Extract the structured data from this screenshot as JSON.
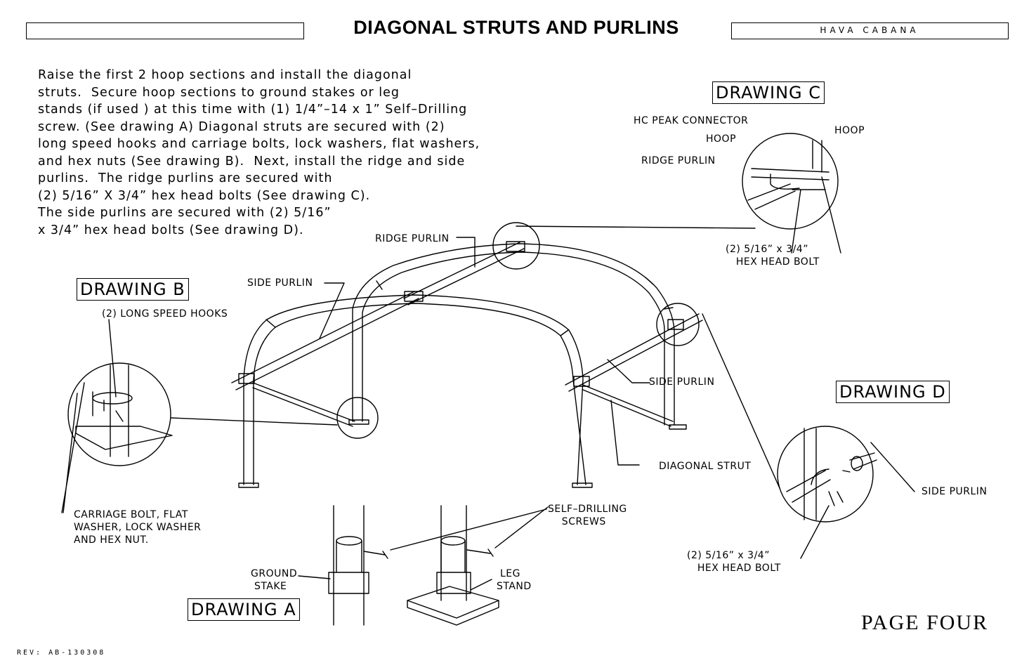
{
  "header": {
    "title": "DIAGONAL STRUTS AND PURLINS",
    "brand": "HAVA CABANA"
  },
  "instructions": [
    "Raise the first 2 hoop sections and install the diagonal",
    "struts.  Secure hoop sections to ground stakes or leg",
    "stands (if used ) at this time with (1) 1/4”–14 x 1” Self–Drilling",
    "screw. (See drawing A) Diagonal struts are secured with (2)",
    "long speed hooks and carriage bolts, lock washers, flat washers,",
    "and hex nuts (See drawing B).  Next, install the ridge and side",
    "purlins.  The ridge purlins are secured with",
    "(2) 5/16” X 3/4” hex head bolts (See drawing C).",
    "The side purlins are secured with (2) 5/16”",
    "x 3/4” hex head bolts (See drawing D)."
  ],
  "drawings": {
    "a": "DRAWING  A",
    "b": "DRAWING  B",
    "c": "DRAWING  C",
    "d": "DRAWING  D"
  },
  "labels": {
    "ridge_purlin_main": "RIDGE PURLIN",
    "side_purlin_left": "SIDE PURLIN",
    "side_purlin_right": "SIDE PURLIN",
    "diagonal_strut": "DIAGONAL STRUT",
    "long_speed_hooks": "(2) LONG SPEED HOOKS",
    "carriage_bolt": "CARRIAGE BOLT, FLAT\nWASHER, LOCK WASHER\nAND HEX NUT.",
    "self_drilling": "SELF–DRILLING\n    SCREWS",
    "ground_stake": "GROUND\n STAKE",
    "leg_stand": " LEG\nSTAND",
    "hc_peak_connector": "HC PEAK CONNECTOR",
    "hoop_left": "HOOP",
    "hoop_right": "HOOP",
    "ridge_purlin_c": "RIDGE PURLIN",
    "hex_bolt_c": "(2) 5/16” x 3/4”\n   HEX HEAD BOLT",
    "side_purlin_d": "SIDE PURLIN",
    "hex_bolt_d": "(2) 5/16” x 3/4”\n   HEX HEAD BOLT"
  },
  "footer": {
    "page": "PAGE FOUR",
    "revision": "REV: AB-130308"
  }
}
